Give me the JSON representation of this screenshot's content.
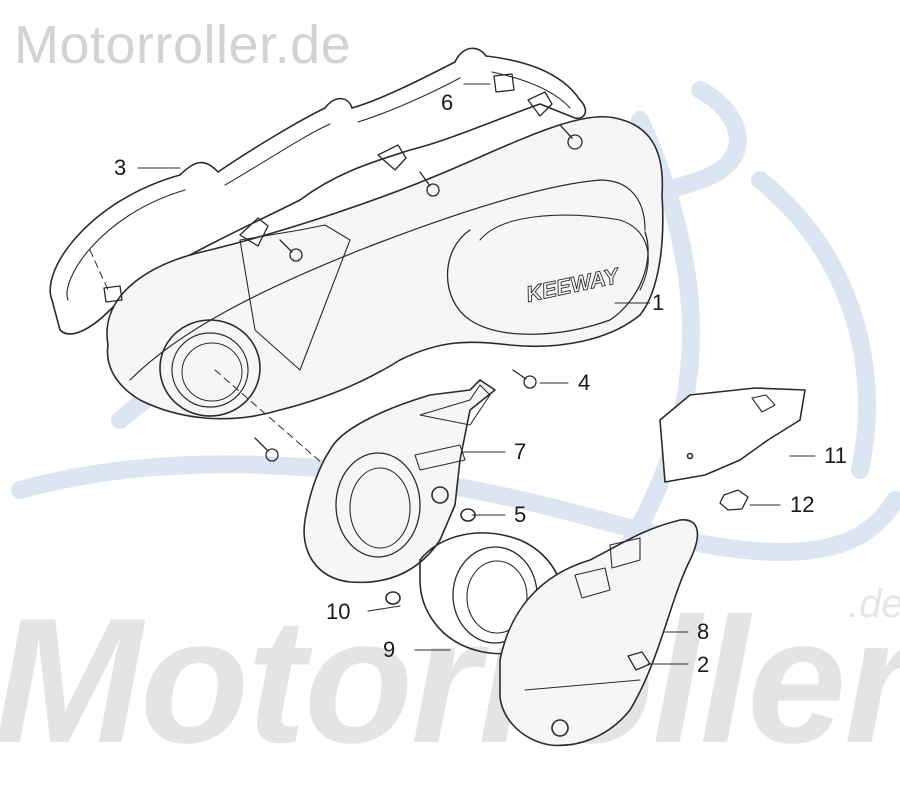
{
  "watermark": {
    "top_text": "Motorroller.de",
    "big_text": "Motorroller",
    "suffix": ".de"
  },
  "cover_logo": "KEEWAY",
  "callouts": [
    {
      "id": "1",
      "label": "1"
    },
    {
      "id": "2",
      "label": "2"
    },
    {
      "id": "3",
      "label": "3"
    },
    {
      "id": "4",
      "label": "4"
    },
    {
      "id": "5",
      "label": "5"
    },
    {
      "id": "6",
      "label": "6"
    },
    {
      "id": "7",
      "label": "7"
    },
    {
      "id": "8",
      "label": "8"
    },
    {
      "id": "9",
      "label": "9"
    },
    {
      "id": "10",
      "label": "10"
    },
    {
      "id": "11",
      "label": "11"
    },
    {
      "id": "12",
      "label": "12"
    }
  ],
  "colors": {
    "line": "#2b2b2b",
    "part_fill": "#f6f6f6",
    "watermark_blue": "#dbe6f2",
    "watermark_grey": "#e4e4e4"
  }
}
